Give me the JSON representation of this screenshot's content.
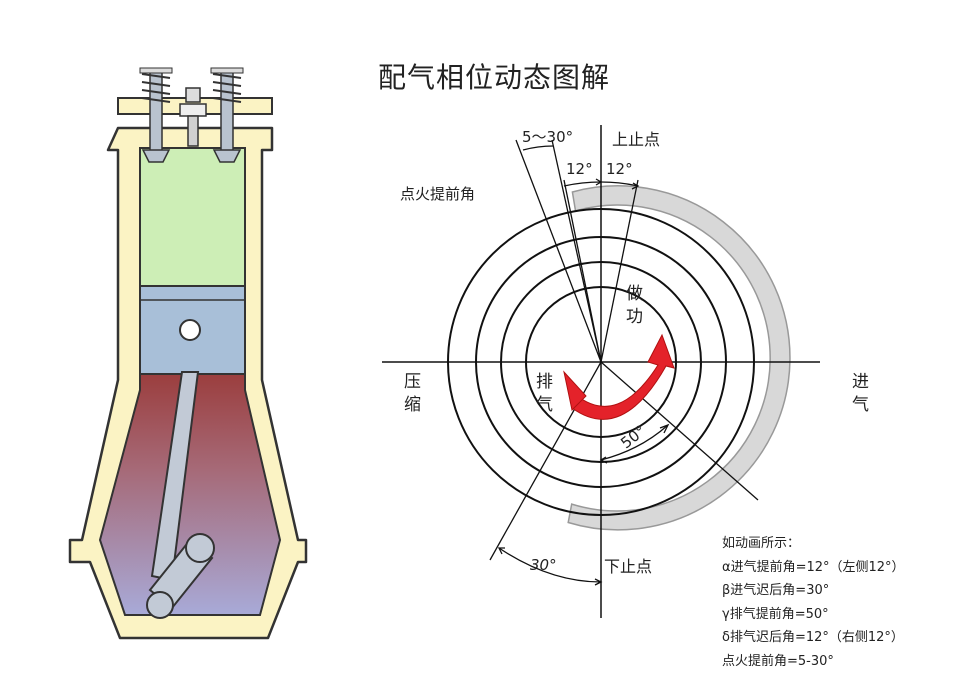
{
  "title": "配气相位动态图解",
  "labels": {
    "tdc": "上止点",
    "bdc": "下止点",
    "ignition_advance": "点火提前角",
    "ignition_range": "5～30°",
    "angle_12_left": "12°",
    "angle_12_right": "12°",
    "angle_50": "50°",
    "angle_30": "30°",
    "power_stroke": "做功",
    "exhaust_stroke": "排气",
    "compression_stroke": "压缩",
    "intake_stroke": "进气"
  },
  "notes": {
    "heading": "如动画所示：",
    "lines": [
      "α进气提前角=12°（左侧12°）",
      "β进气迟后角=30°",
      "γ排气提前角=50°",
      "δ排气迟后角=12°（右侧12°）",
      "点火提前角=5-30°"
    ]
  },
  "colors": {
    "engine_body": "#fbf3c4",
    "engine_outline": "#3a3a3a",
    "combustion_chamber": "#cdeeb6",
    "piston": "#a8bfd8",
    "crankcase_top": "#a14848",
    "crankcase_bottom": "#a6a8d6",
    "rod": "#c2cad6",
    "rotation_arrow": "#e4222a",
    "ring_band": "#d8d8d8"
  }
}
